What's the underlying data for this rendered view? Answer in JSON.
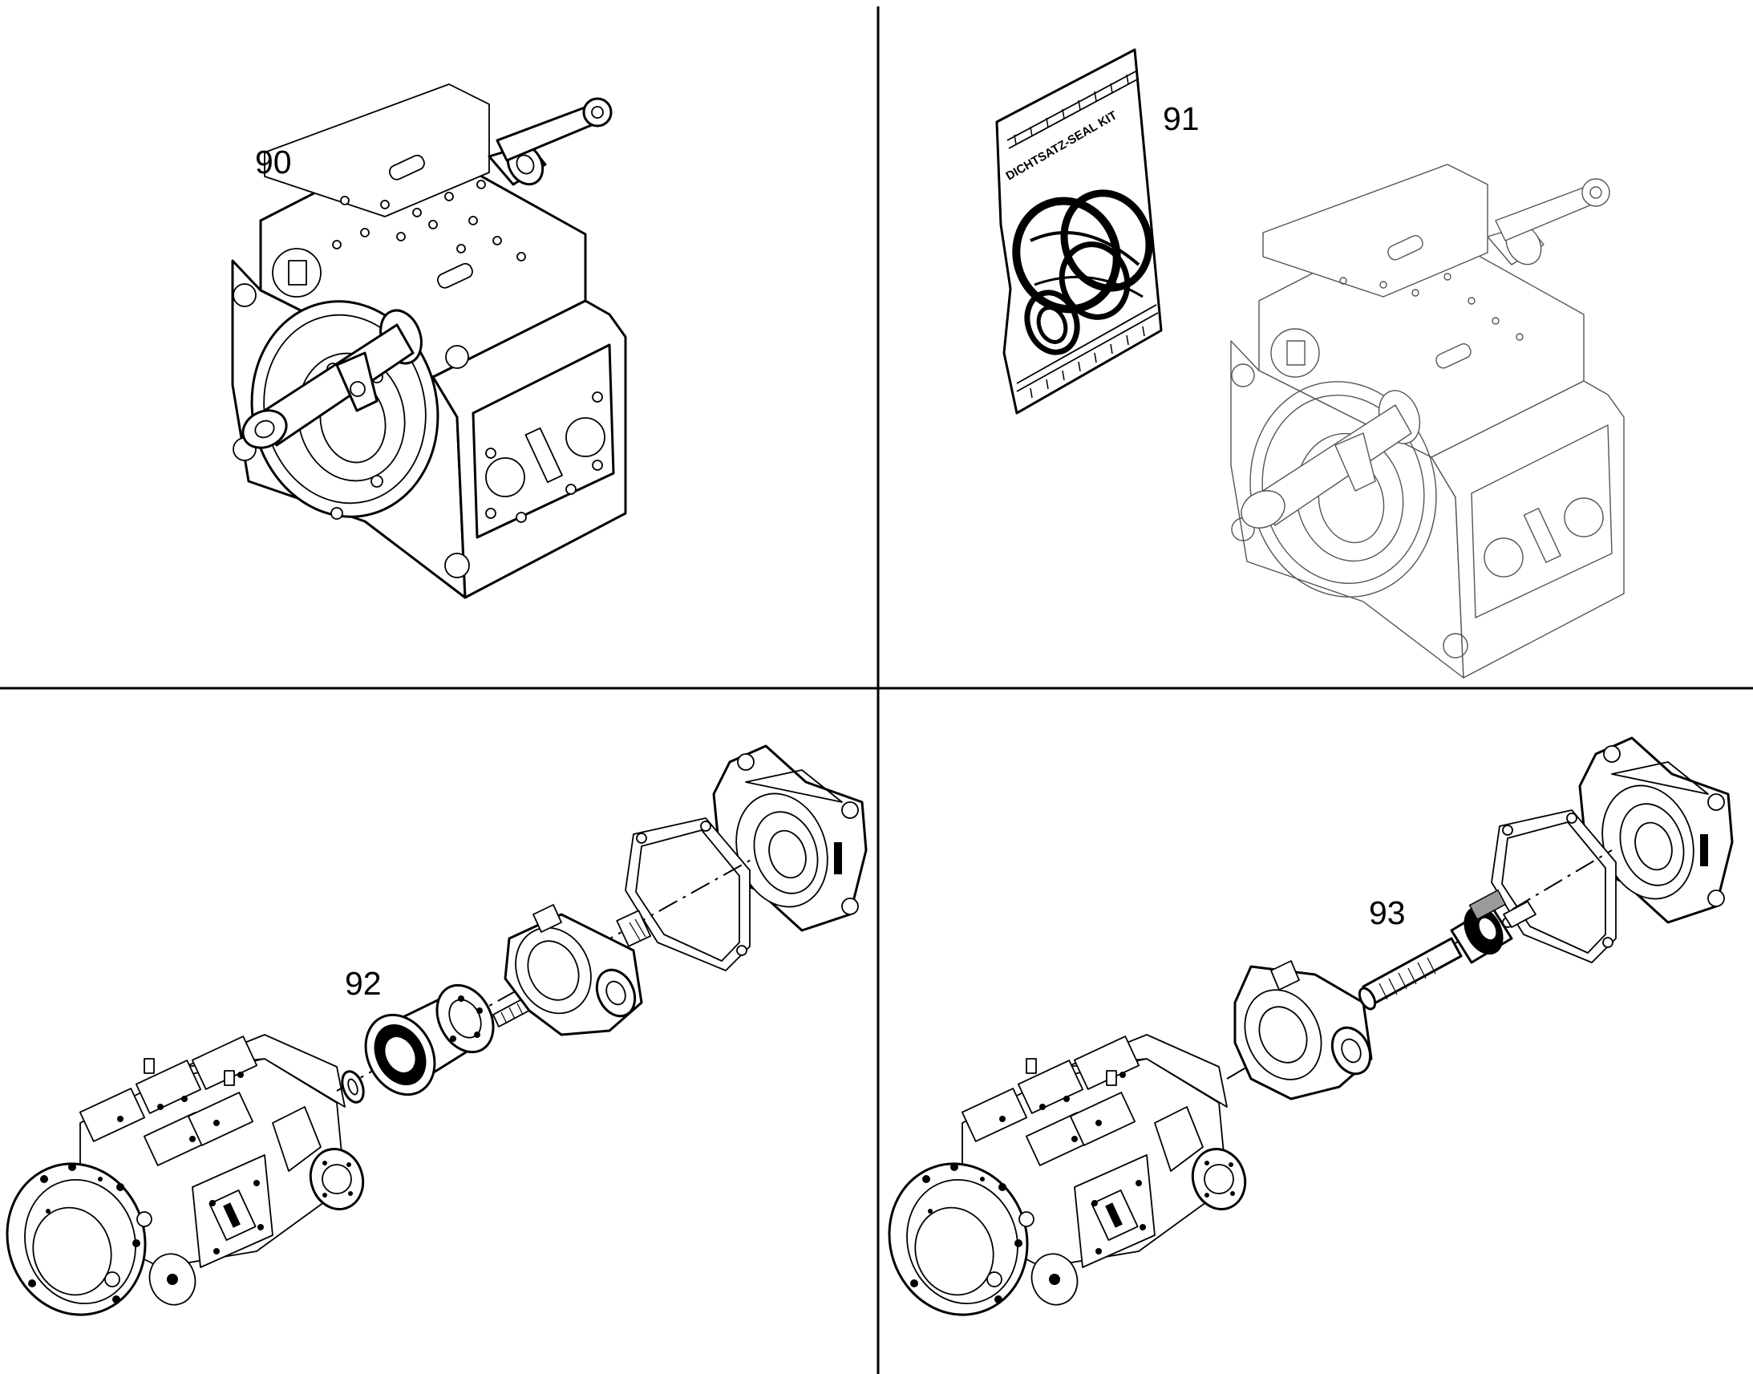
{
  "panels": [
    {
      "id": "top-left",
      "item_number": "90"
    },
    {
      "id": "top-right",
      "item_number": "91",
      "bag_text": "DICHTSATZ-SEAL KIT"
    },
    {
      "id": "bottom-left",
      "item_number": "92"
    },
    {
      "id": "bottom-right",
      "item_number": "93"
    }
  ]
}
